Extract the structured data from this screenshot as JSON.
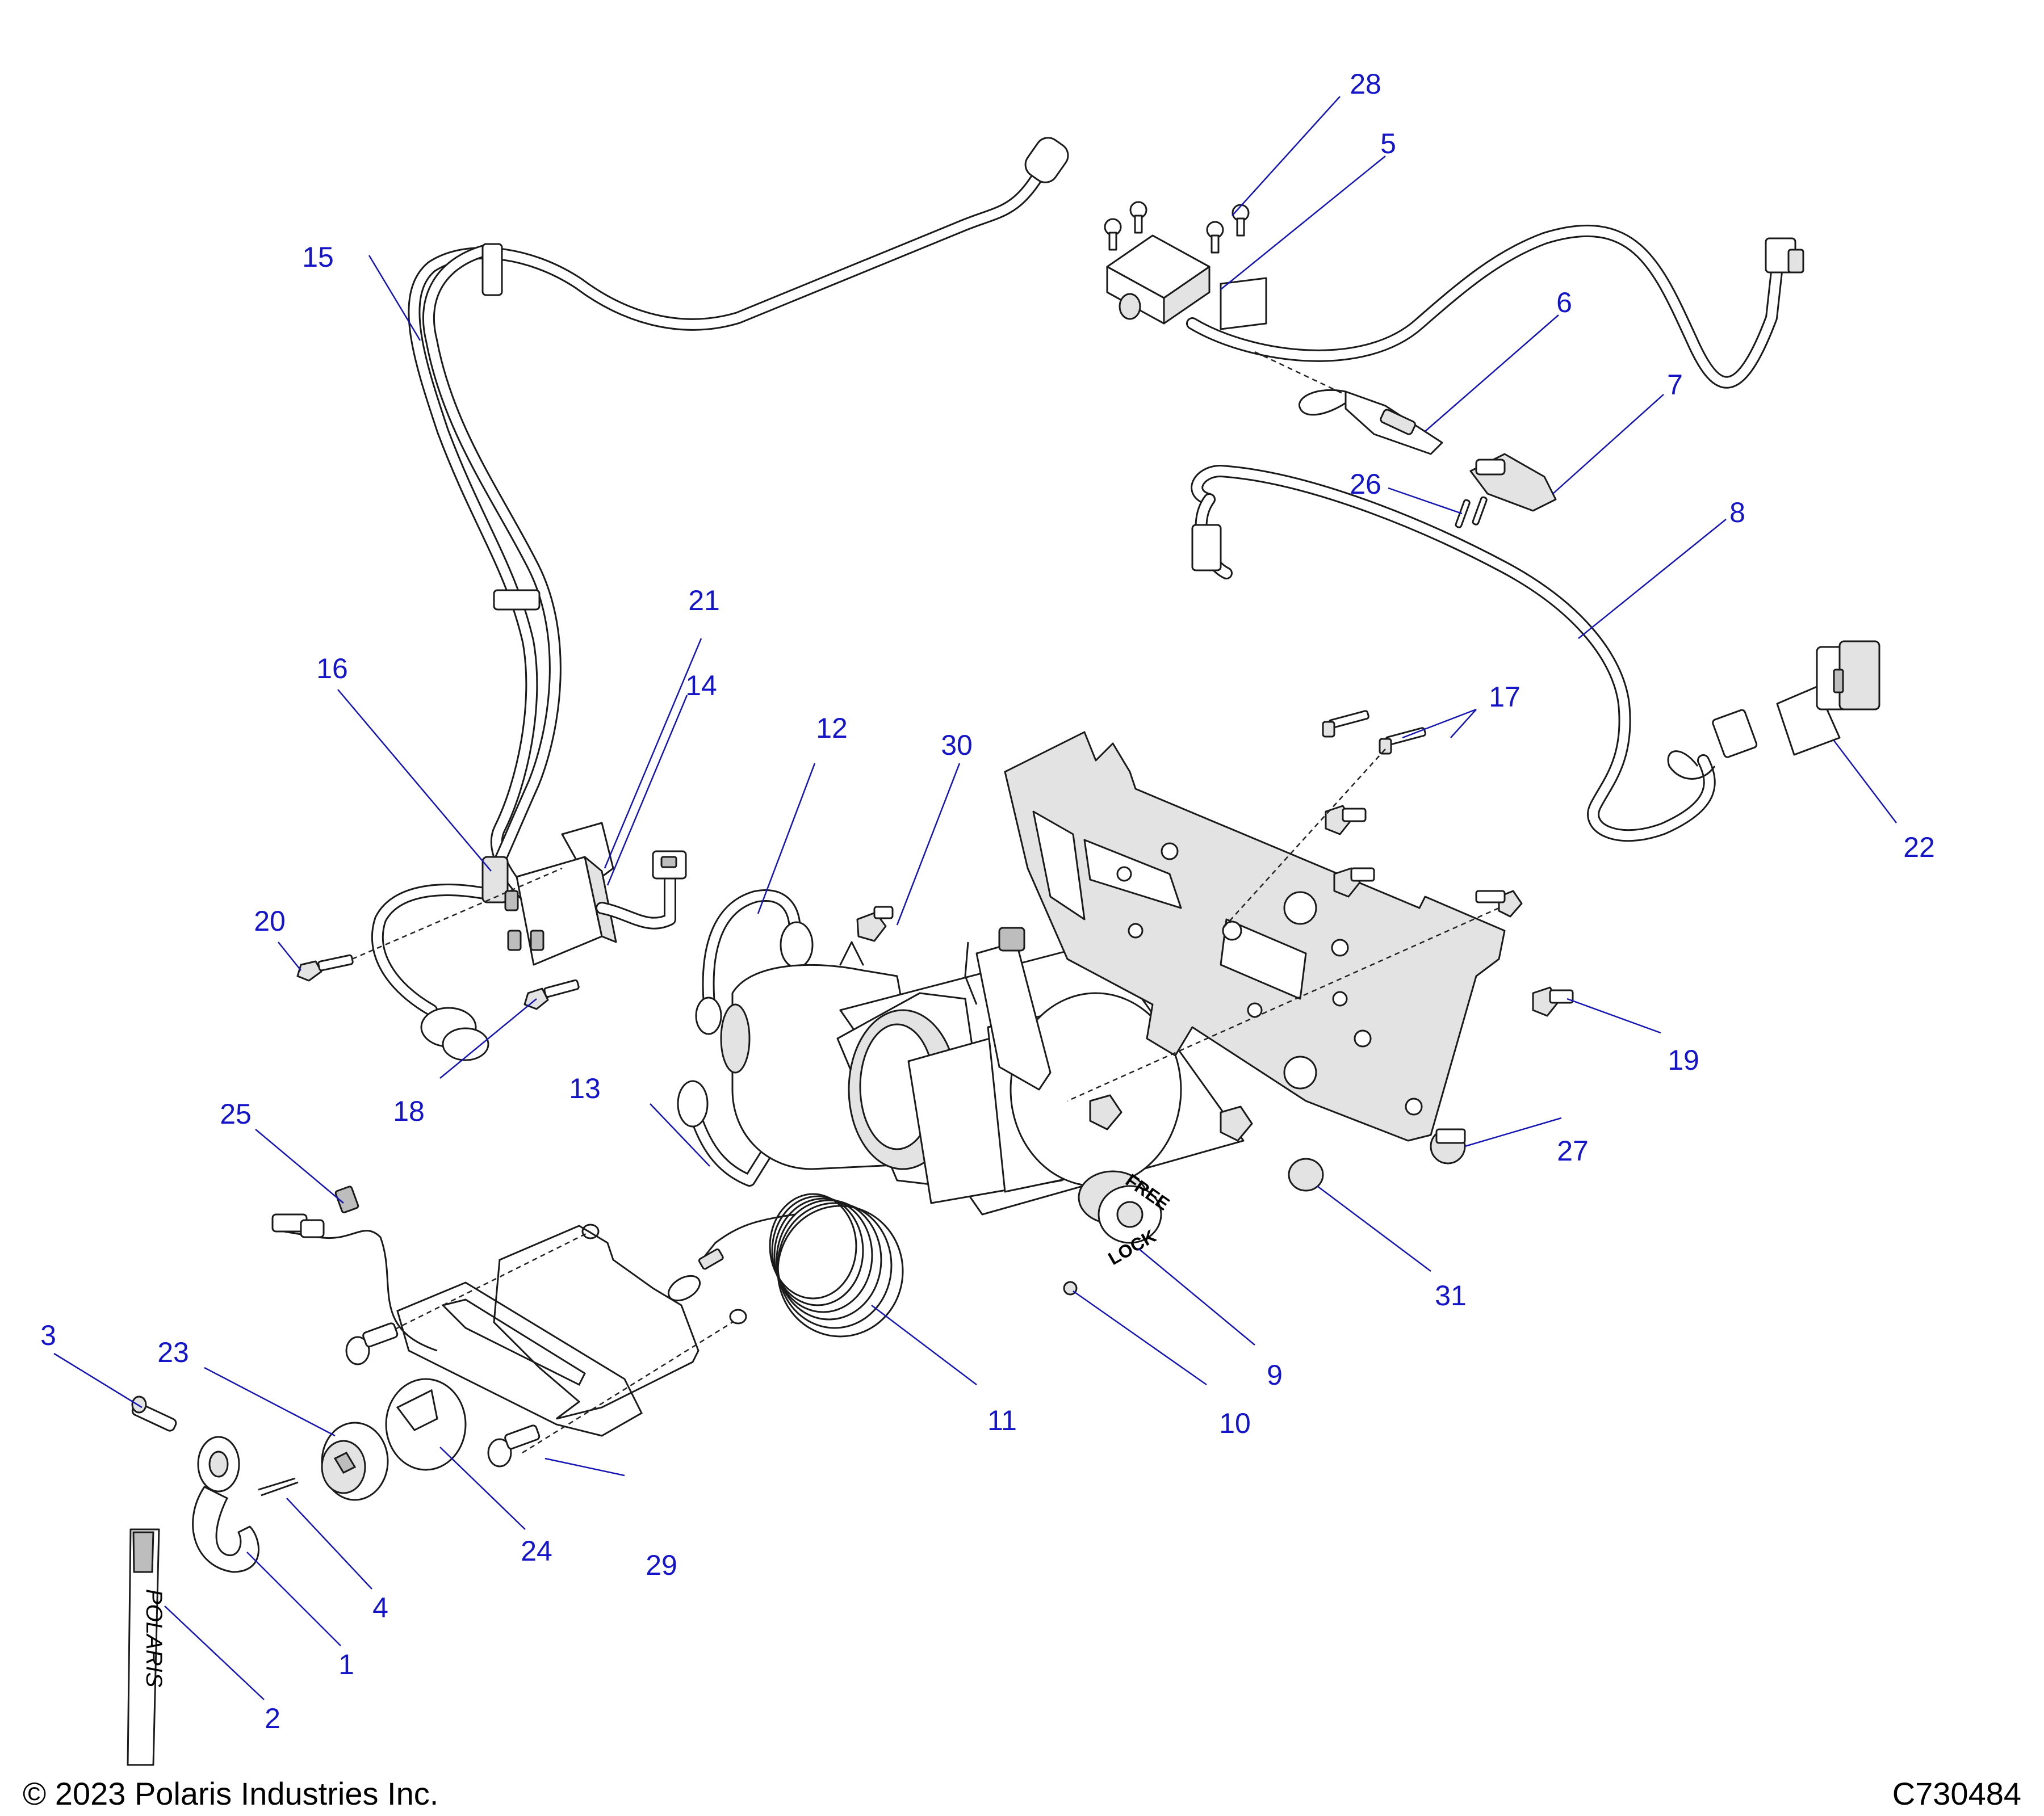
{
  "footer": {
    "copyright": "© 2023 Polaris Industries Inc.",
    "drawing_code": "C730484"
  },
  "decal_text": "POLARIS",
  "knob_text": {
    "free": "FREE",
    "lock": "LOCK"
  },
  "callouts": {
    "c1": "1",
    "c2": "2",
    "c3": "3",
    "c4": "4",
    "c5": "5",
    "c6": "6",
    "c7": "7",
    "c8": "8",
    "c9": "9",
    "c10": "10",
    "c11": "11",
    "c12": "12",
    "c13": "13",
    "c14": "14",
    "c15": "15",
    "c16": "16",
    "c17": "17",
    "c18": "18",
    "c19": "19",
    "c20": "20",
    "c21": "21",
    "c22": "22",
    "c23": "23",
    "c24": "24",
    "c25": "25",
    "c26": "26",
    "c27": "27",
    "c28": "28",
    "c29": "29",
    "c30": "30",
    "c31": "31"
  },
  "colors": {
    "callout": "#1414c8",
    "line": "#1a1a1a",
    "paper": "#ffffff"
  }
}
